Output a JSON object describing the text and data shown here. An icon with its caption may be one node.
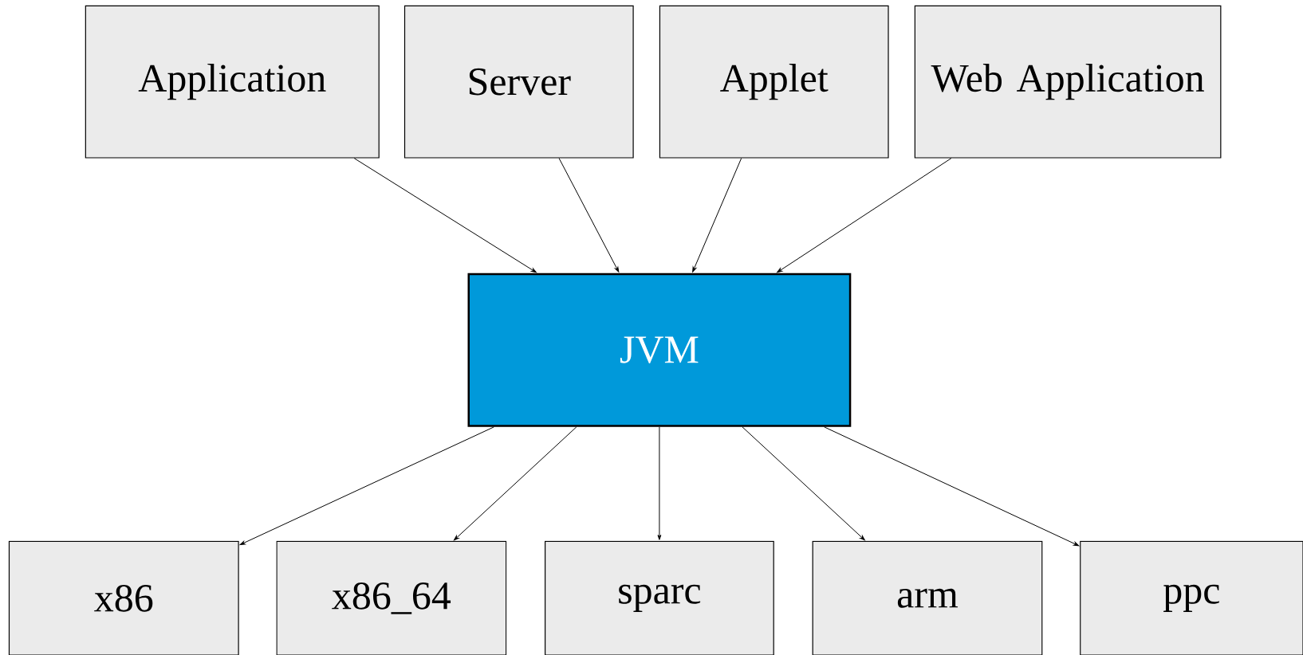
{
  "diagram": {
    "nodes": [
      {
        "text": [
          "Application"
        ]
      },
      {
        "text": [
          "Server"
        ]
      },
      {
        "text": [
          "Applet"
        ]
      },
      {
        "text": [
          "Web Application"
        ]
      },
      {
        "text": [
          "JVM"
        ]
      },
      {
        "text": [
          "x86"
        ]
      },
      {
        "text": [
          "x86_64"
        ]
      },
      {
        "text": [
          "sparc"
        ]
      },
      {
        "text": [
          "arm"
        ]
      },
      {
        "text": [
          "ppc"
        ]
      }
    ],
    "edges": [
      {
        "from": 0,
        "to": 4,
        "arrow": "to"
      },
      {
        "from": 1,
        "to": 4,
        "arrow": "to"
      },
      {
        "from": 2,
        "to": 4,
        "arrow": "to"
      },
      {
        "from": 3,
        "to": 4,
        "arrow": "to"
      },
      {
        "from": 4,
        "to": 5,
        "arrow": "to"
      },
      {
        "from": 4,
        "to": 6,
        "arrow": "to"
      },
      {
        "from": 4,
        "to": 7,
        "arrow": "to"
      },
      {
        "from": 4,
        "to": 8,
        "arrow": "to"
      },
      {
        "from": 4,
        "to": 9,
        "arrow": "to"
      }
    ]
  }
}
